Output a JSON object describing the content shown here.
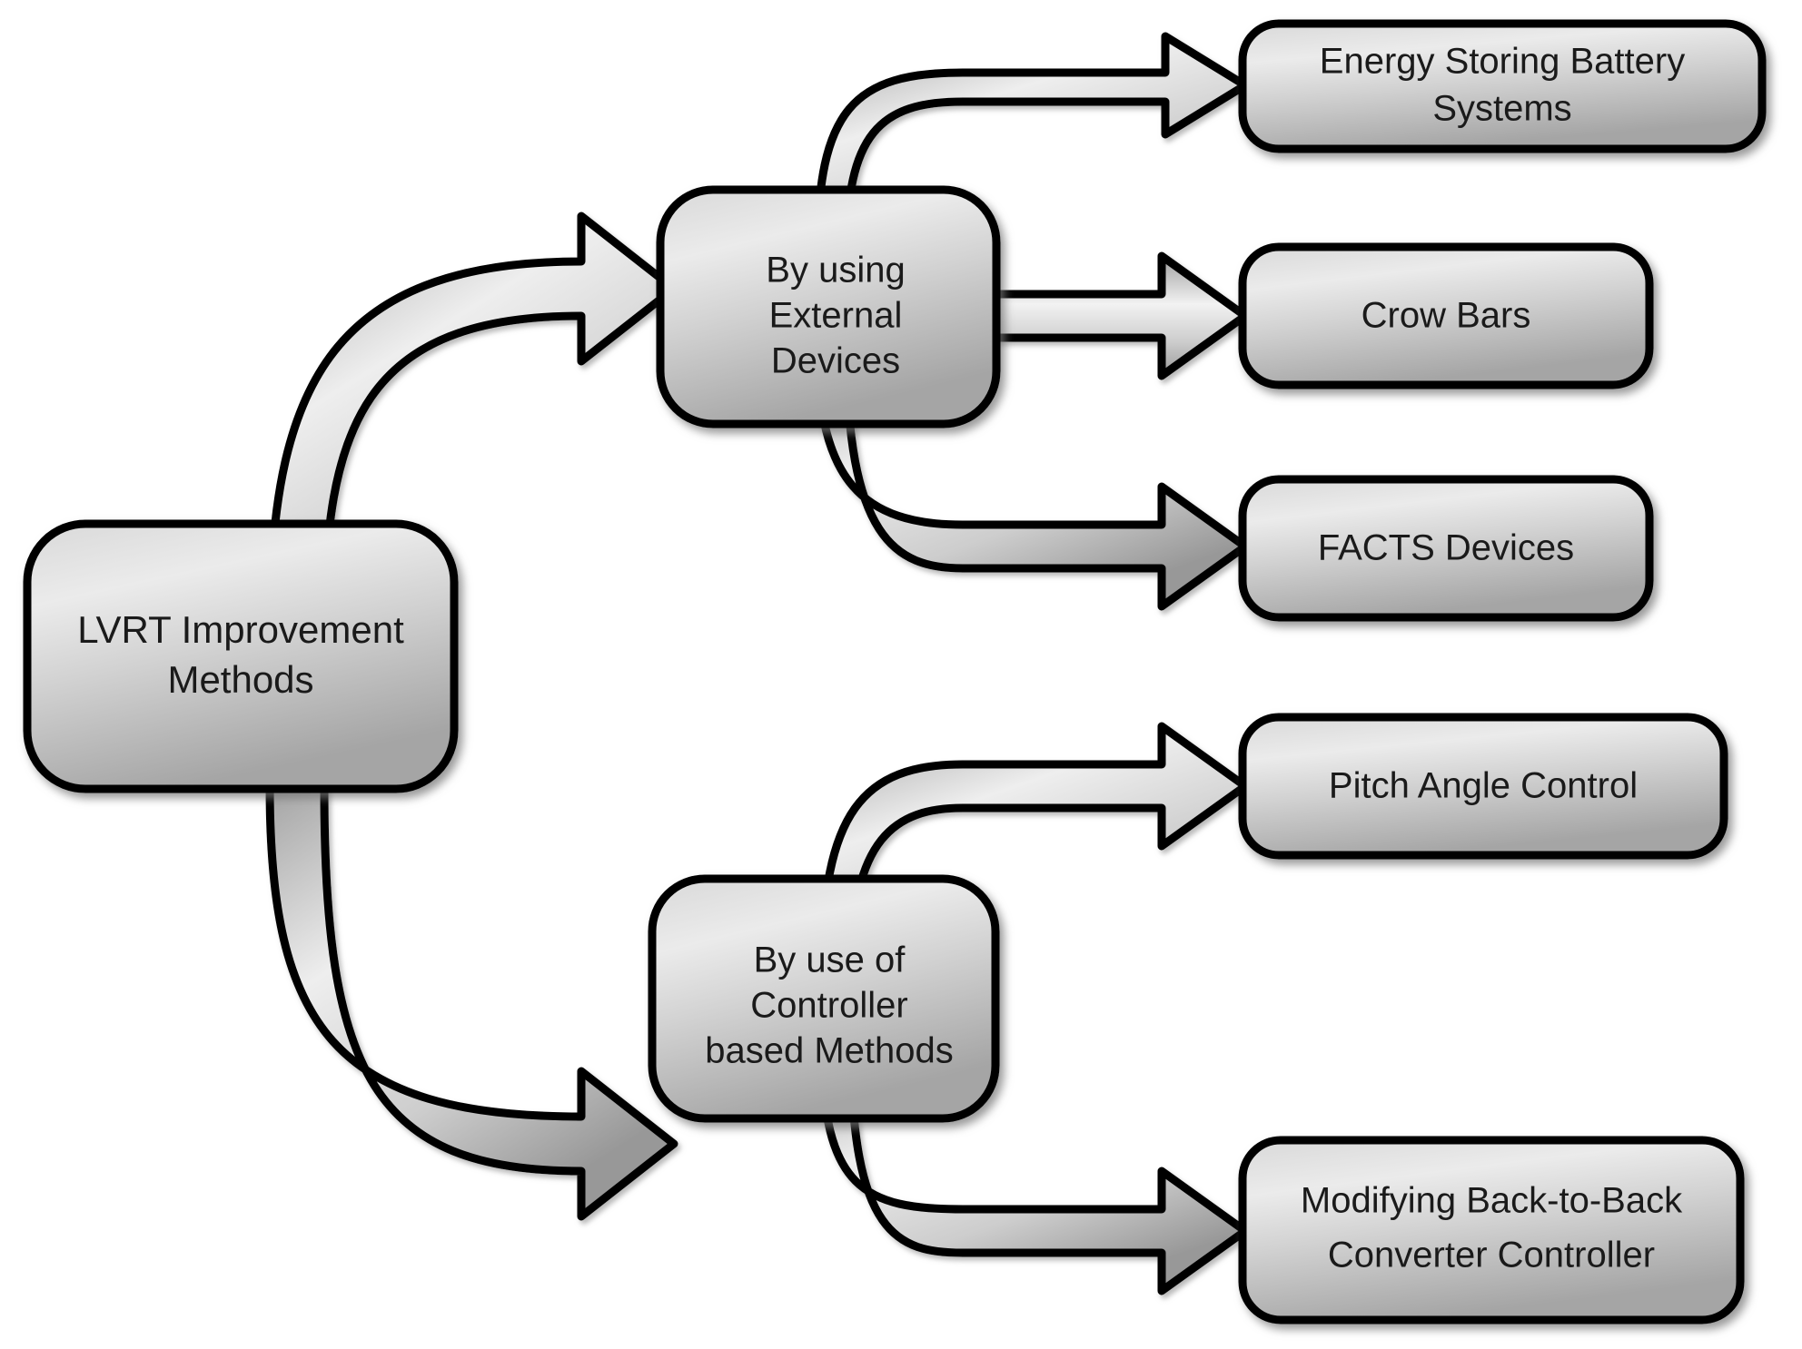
{
  "diagram": {
    "title": "LVRT Improvement Methods",
    "type": "flowchart-tree",
    "orientation": "left-to-right",
    "colors": {
      "node_fill_light": "#e6e6e6",
      "node_fill_dark": "#a8a8a8",
      "node_stroke": "#000000",
      "connector_fill_light": "#f2f2f2",
      "connector_fill_dark": "#a8a8a8",
      "connector_stroke": "#000000",
      "text": "#1a1a1a",
      "background": "#ffffff"
    },
    "root": {
      "id": "lvrt-improvement-methods",
      "lines": [
        "LVRT Improvement",
        "Methods"
      ]
    },
    "branches": [
      {
        "id": "by-using-external-devices",
        "lines": [
          "By using",
          "External",
          "Devices"
        ],
        "children": [
          {
            "id": "energy-storing-battery-systems",
            "lines": [
              "Energy Storing Battery",
              "Systems"
            ]
          },
          {
            "id": "crow-bars",
            "lines": [
              "Crow Bars"
            ]
          },
          {
            "id": "facts-devices",
            "lines": [
              "FACTS Devices"
            ]
          }
        ]
      },
      {
        "id": "by-use-of-controller-based-methods",
        "lines": [
          "By use of",
          "Controller",
          "based Methods"
        ],
        "children": [
          {
            "id": "pitch-angle-control",
            "lines": [
              "Pitch Angle Control"
            ]
          },
          {
            "id": "modifying-back-to-back-converter-controller",
            "lines": [
              "Modifying Back-to-Back",
              "Converter Controller"
            ]
          }
        ]
      }
    ],
    "connectors": [
      {
        "id": "root-to-external-devices",
        "from": "lvrt-improvement-methods",
        "to": "by-using-external-devices",
        "style": "curved-block-arrow"
      },
      {
        "id": "root-to-controller-methods",
        "from": "lvrt-improvement-methods",
        "to": "by-use-of-controller-based-methods",
        "style": "curved-block-arrow"
      },
      {
        "id": "external-devices-to-battery",
        "from": "by-using-external-devices",
        "to": "energy-storing-battery-systems",
        "style": "curved-block-arrow"
      },
      {
        "id": "external-devices-to-crow-bars",
        "from": "by-using-external-devices",
        "to": "crow-bars",
        "style": "straight-block-arrow"
      },
      {
        "id": "external-devices-to-facts",
        "from": "by-using-external-devices",
        "to": "facts-devices",
        "style": "curved-block-arrow"
      },
      {
        "id": "controller-methods-to-pitch-angle",
        "from": "by-use-of-controller-based-methods",
        "to": "pitch-angle-control",
        "style": "curved-block-arrow"
      },
      {
        "id": "controller-methods-to-back-to-back",
        "from": "by-use-of-controller-based-methods",
        "to": "modifying-back-to-back-converter-controller",
        "style": "curved-block-arrow"
      }
    ]
  }
}
